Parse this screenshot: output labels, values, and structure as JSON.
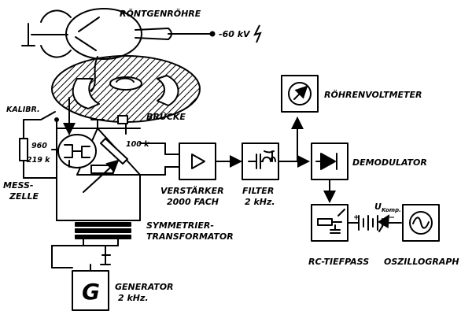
{
  "labels": {
    "roentgen_tube": "RÖNTGENRÖHRE",
    "voltage": "-60 kV",
    "calibration": "KALIBR.",
    "bridge": "BRÜCKE",
    "r_960": "960",
    "r_219k": "219 k",
    "r_100k": "100 k",
    "mess_1": "MESS-",
    "mess_2": "ZELLE",
    "amplifier_1": "VERSTÄRKER",
    "amplifier_2": "2000 FACH",
    "filter_1": "FILTER",
    "filter_2": "2 kHz.",
    "tube_voltmeter": "RÖHRENVOLTMETER",
    "demodulator": "DEMODULATOR",
    "u_komp": "U",
    "u_komp_sub": "Komp.",
    "plus": "+",
    "minus": "−",
    "symm_1": "SYMMETRIER-",
    "symm_2": "TRANSFORMATOR",
    "rc_lowpass": "RC-TIEFPASS",
    "oscillograph": "OSZILLOGRAPH",
    "generator_letter": "G",
    "generator_1": "GENERATOR",
    "generator_2": "2 kHz."
  }
}
